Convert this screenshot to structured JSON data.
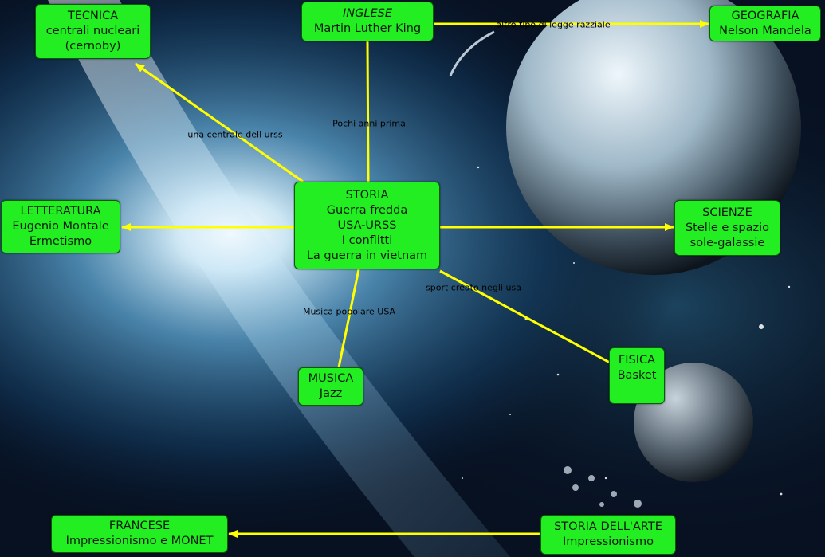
{
  "nodes": {
    "center": {
      "lines": [
        "STORIA",
        "Guerra fredda",
        "USA-URSS",
        "I conflitti",
        "La guerra in vietnam"
      ]
    },
    "tecnica": {
      "lines": [
        "TECNICA",
        "centrali nucleari",
        "(cernoby)"
      ]
    },
    "inglese": {
      "subject": "INGLESE",
      "topic": "Martin Luther King"
    },
    "geografia": {
      "lines": [
        "GEOGRAFIA",
        "Nelson Mandela"
      ]
    },
    "letteratura": {
      "lines": [
        "LETTERATURA",
        "Eugenio Montale",
        "Ermetismo"
      ]
    },
    "scienze": {
      "lines": [
        "SCIENZE",
        "Stelle e spazio",
        "sole-galassie"
      ]
    },
    "musica": {
      "lines": [
        "MUSICA",
        "Jazz"
      ]
    },
    "fisica": {
      "lines": [
        "FISICA",
        "Basket"
      ]
    },
    "francese": {
      "lines": [
        "FRANCESE",
        "Impressionismo e MONET"
      ]
    },
    "arte": {
      "lines": [
        "STORIA DELL'ARTE",
        "Impressionismo"
      ]
    }
  },
  "link_labels": {
    "tecnica": "una centrale dell urss",
    "inglese": "Pochi anni prima",
    "geografia": "altro tipo di legge razziale",
    "fisica": "sport creato negli usa",
    "musica": "Musica popolare USA"
  },
  "colors": {
    "node_fill": "#22ee22",
    "connector": "#ffff00"
  }
}
